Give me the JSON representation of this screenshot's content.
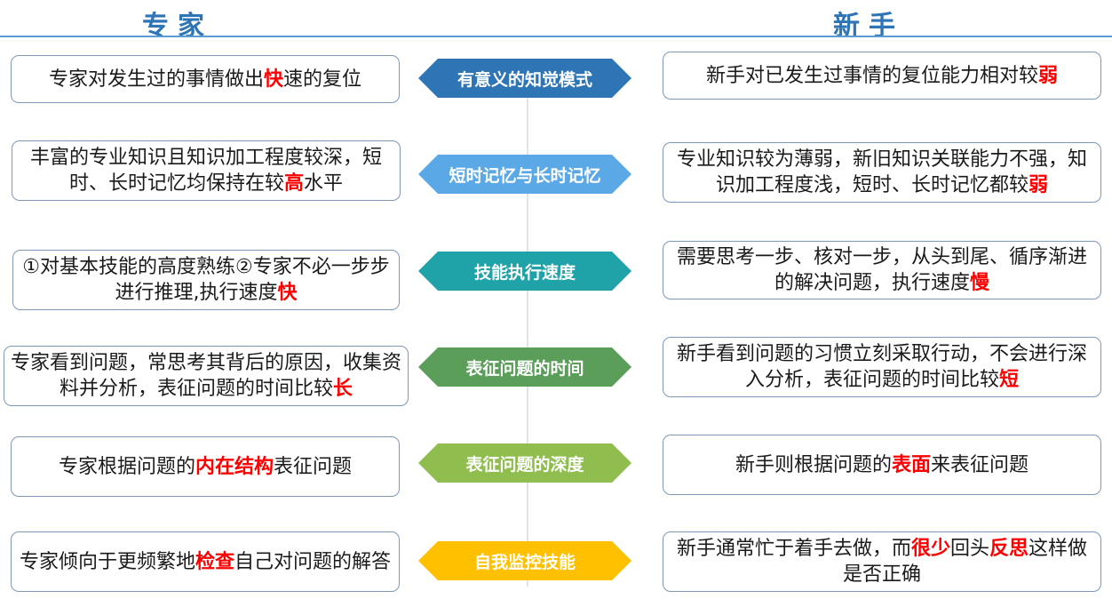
{
  "header": {
    "left": "专家",
    "right": "新手"
  },
  "rows": [
    {
      "label": "有意义的知觉模式",
      "color": "#2e75b6",
      "left": [
        {
          "t": "专家对发生过的事情做出"
        },
        {
          "t": "快",
          "hl": true
        },
        {
          "t": "速的复位"
        }
      ],
      "right": [
        {
          "t": "新手对已发生过事情的复位能力相对较"
        },
        {
          "t": "弱",
          "hl": true
        }
      ]
    },
    {
      "label": "短时记忆与长时记忆",
      "color": "#5aa9e6",
      "left": [
        {
          "t": "丰富的专业知识且知识加工程度较深，短时、长时记忆均保持在较"
        },
        {
          "t": "高",
          "hl": true
        },
        {
          "t": "水平"
        }
      ],
      "right": [
        {
          "t": "专业知识较为薄弱，新旧知识关联能力不强，知识加工程度浅，短时、长时记忆都较"
        },
        {
          "t": "弱",
          "hl": true
        }
      ]
    },
    {
      "label": "技能执行速度",
      "color": "#1fa3a8",
      "left": [
        {
          "t": "①对基本技能的高度熟练②专家不必一步步进行推理,执行速度"
        },
        {
          "t": "快",
          "hl": true
        }
      ],
      "right": [
        {
          "t": "需要思考一步、核对一步，从头到尾、循序渐进的解决问题，执行速度"
        },
        {
          "t": "慢",
          "hl": true
        }
      ]
    },
    {
      "label": "表征问题的时间",
      "color": "#5b9e5a",
      "left": [
        {
          "t": "专家看到问题，常思考其背后的原因，收集资料并分析，表征问题的时间比较"
        },
        {
          "t": "长",
          "hl": true
        }
      ],
      "right": [
        {
          "t": "新手看到问题的习惯立刻采取行动，不会进行深入分析，表征问题的时间比较"
        },
        {
          "t": "短",
          "hl": true
        }
      ]
    },
    {
      "label": "表征问题的深度",
      "color": "#8fbe4f",
      "left": [
        {
          "t": "专家根据问题的"
        },
        {
          "t": "内在结构",
          "hl": true
        },
        {
          "t": "表征问题"
        }
      ],
      "right": [
        {
          "t": "新手则根据问题的"
        },
        {
          "t": "表面",
          "hl": true
        },
        {
          "t": "来表征问题"
        }
      ]
    },
    {
      "label": "自我监控技能",
      "color": "#ffc000",
      "left": [
        {
          "t": "专家倾向于更频繁地"
        },
        {
          "t": "检查",
          "hl": true
        },
        {
          "t": "自己对问题的解答"
        }
      ],
      "right": [
        {
          "t": "新手通常忙于着手去做，而"
        },
        {
          "t": "很少",
          "hl": true
        },
        {
          "t": "回头"
        },
        {
          "t": "反思",
          "hl": true
        },
        {
          "t": "这样做是否正确"
        }
      ]
    }
  ]
}
